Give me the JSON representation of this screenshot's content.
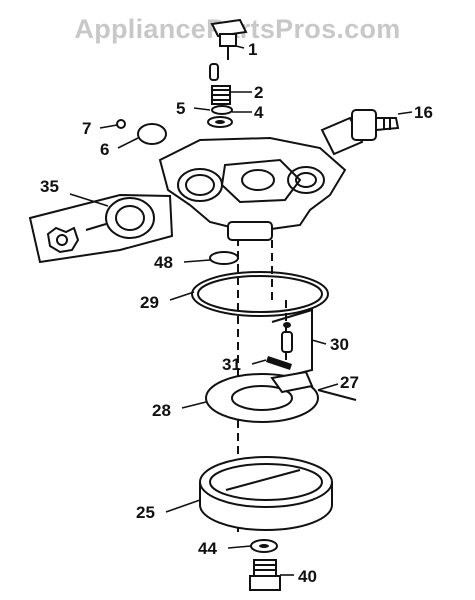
{
  "watermark": "AppliancePartsPros.com",
  "colors": {
    "ink": "#111111",
    "watermark": "#c8c8c8",
    "background": "#ffffff"
  },
  "callouts": [
    {
      "id": "1",
      "label": "1"
    },
    {
      "id": "2",
      "label": "2"
    },
    {
      "id": "5",
      "label": "5"
    },
    {
      "id": "4",
      "label": "4"
    },
    {
      "id": "16",
      "label": "16"
    },
    {
      "id": "7",
      "label": "7"
    },
    {
      "id": "6",
      "label": "6"
    },
    {
      "id": "35",
      "label": "35"
    },
    {
      "id": "48",
      "label": "48"
    },
    {
      "id": "29",
      "label": "29"
    },
    {
      "id": "30",
      "label": "30"
    },
    {
      "id": "31",
      "label": "31"
    },
    {
      "id": "27",
      "label": "27"
    },
    {
      "id": "28",
      "label": "28"
    },
    {
      "id": "25",
      "label": "25"
    },
    {
      "id": "44",
      "label": "44"
    },
    {
      "id": "40",
      "label": "40"
    }
  ]
}
